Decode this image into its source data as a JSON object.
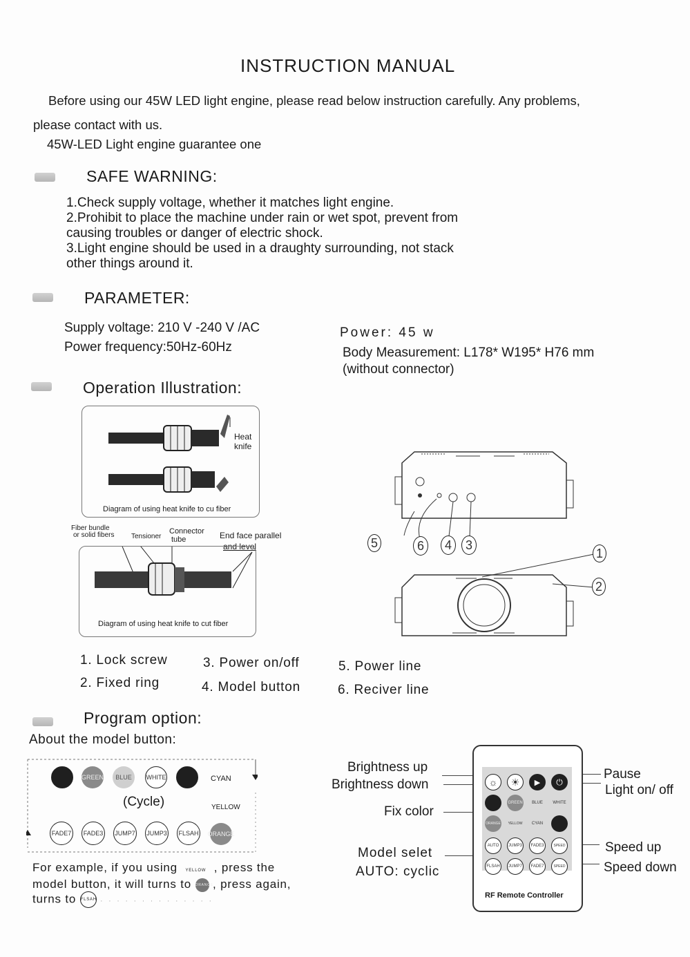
{
  "title": "INSTRUCTION MANUAL",
  "intro": {
    "line1": "Before using our 45W LED light engine, please read below instruction carefully. Any problems,",
    "line2": "please contact with us.",
    "line3": "45W-LED Light engine guarantee one"
  },
  "safe_warning": {
    "heading": "SAFE WARNING:",
    "items": [
      "1.Check supply voltage, whether it matches light engine.",
      "2.Prohibit to place the machine under rain or wet spot, prevent from",
      "causing troubles or danger of electric shock.",
      "3.Light engine should be used in a draughty surrounding, not stack",
      "other things around it."
    ]
  },
  "parameter": {
    "heading": "PARAMETER:",
    "supply_voltage": "Supply voltage: 210 V -240 V /AC",
    "power_frequency": "Power frequency:50Hz-60Hz",
    "power": "Power: 45 w",
    "body_measurement": "Body Measurement: L178* W195* H76 mm",
    "connector_note": "(without connector)"
  },
  "operation": {
    "heading": "Operation Illustration:",
    "diagram1": {
      "heat_knife": "Heat knife",
      "caption": "Diagram of using heat knife to cu fiber"
    },
    "diagram2": {
      "fiber_bundle": "Fiber bundle",
      "solid_fibers": "or solid fibers",
      "tensioner": "Tensioner",
      "connector_tube_1": "Connector",
      "connector_tube_2": "tube",
      "end_face_1": "End face parallel",
      "end_face_2": "and level",
      "caption": "Diagram of using heat knife to cut fiber"
    },
    "callouts": [
      "1",
      "2",
      "3",
      "4",
      "5",
      "6"
    ],
    "parts": {
      "p1": "1. Lock screw",
      "p2": "2. Fixed ring",
      "p3": "3. Power on/off",
      "p4": "4. Model button",
      "p5": "5. Power line",
      "p6": "6. Reciver line"
    }
  },
  "program": {
    "heading": "Program option:",
    "about": "About the model button:",
    "cycle": "(Cycle)",
    "row1": [
      "",
      "GREEN",
      "BLUE",
      "WHITE",
      "",
      "CYAN"
    ],
    "yellow": "YELLOW",
    "row2": [
      "FADE7",
      "FADE3",
      "JUMP7",
      "JUMP3",
      "FLSAH",
      "ORANGE"
    ],
    "example_1a": "For example, if you using",
    "example_icon1": "YELLOW",
    "example_1b": ", press the",
    "example_2a": "model button, it will turns to",
    "example_icon2": "ORANGE",
    "example_2b": ", press again,",
    "example_3a": "turns to",
    "example_icon3": "FLSAH"
  },
  "remote": {
    "brightness_up": "Brightness up",
    "brightness_down": "Brightness down",
    "fix_color": "Fix color",
    "model_select": "Model selet",
    "auto_cyclic": "AUTO: cyclic",
    "pause": "Pause",
    "light_onoff": "Light on/ off",
    "speed_up": "Speed up",
    "speed_down": "Speed down",
    "caption": "RF Remote Controller",
    "row_colors": [
      "",
      "GREEN",
      "BLUE",
      "WHITE"
    ],
    "row_colors2": [
      "ORANGE",
      "YELLOW",
      "CYAN",
      ""
    ],
    "row_modes1": [
      "AUTO",
      "JUMP3",
      "FADE3",
      "SPEED"
    ],
    "row_modes2": [
      "FLSAH",
      "JUMP7",
      "FADE7",
      "SPEED"
    ]
  }
}
